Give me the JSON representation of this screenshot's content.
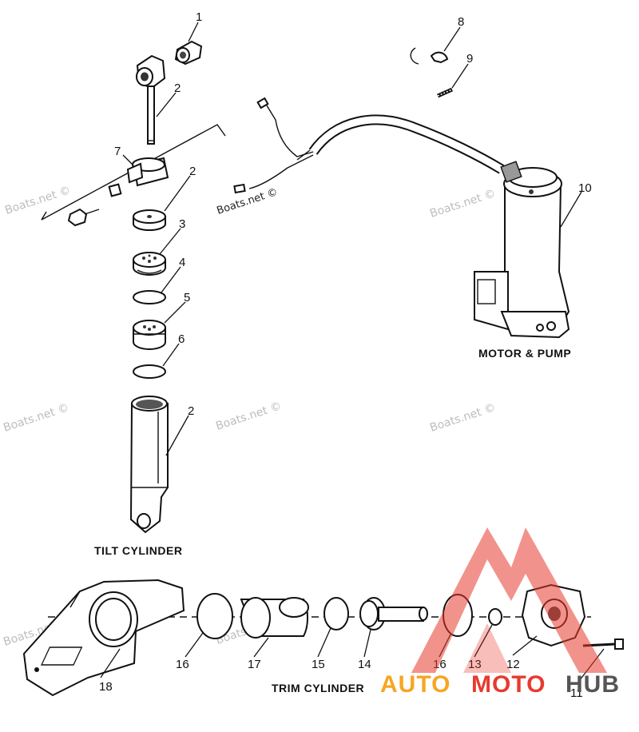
{
  "watermark": "Boats.net ©",
  "captions": {
    "motor_pump": "MOTOR & PUMP",
    "tilt_cylinder": "TILT CYLINDER",
    "trim_cylinder": "TRIM CYLINDER"
  },
  "callouts": {
    "c1": "1",
    "c2a": "2",
    "c7": "7",
    "c2b": "2",
    "c3": "3",
    "c4": "4",
    "c5": "5",
    "c6": "6",
    "c2c": "2",
    "c8": "8",
    "c9": "9",
    "c10": "10",
    "c18": "18",
    "c16a": "16",
    "c17": "17",
    "c15": "15",
    "c14": "14",
    "c16b": "16",
    "c13": "13",
    "c12": "12",
    "c11": "11"
  },
  "logo": {
    "part1": "AUTO",
    "part2": "MOTO",
    "part3": "HUB",
    "colors": {
      "red": "#e63b2e",
      "orange": "#f5a623",
      "gray": "#555555"
    }
  }
}
